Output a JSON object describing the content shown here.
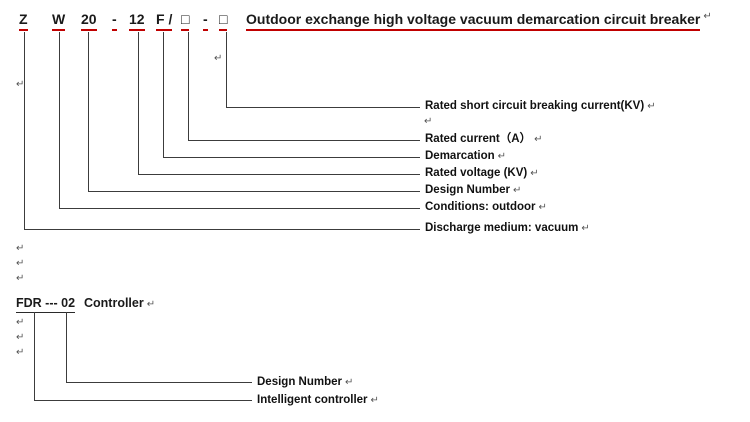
{
  "marks": {
    "return": "↵"
  },
  "colors": {
    "underline": "#c00000",
    "line": "#3c3c3c",
    "text": "#1a1a1a"
  },
  "model_line": {
    "segments": [
      "Z",
      "W",
      "20",
      "-",
      "12",
      "F /",
      "□",
      "-",
      "□"
    ],
    "title": "Outdoor exchange high voltage vacuum demarcation circuit breaker"
  },
  "callouts": [
    {
      "label": "Rated short circuit breaking current(KV)"
    },
    {
      "label": "Rated current（A）"
    },
    {
      "label": "Demarcation"
    },
    {
      "label": "Rated voltage (KV)"
    },
    {
      "label": "Design Number"
    },
    {
      "label": "Conditions: outdoor"
    },
    {
      "label": "Discharge medium: vacuum"
    }
  ],
  "controller": {
    "model": "FDR --- 02",
    "label": "Controller",
    "callouts": [
      {
        "label": "Design Number"
      },
      {
        "label": "Intelligent controller"
      }
    ]
  }
}
